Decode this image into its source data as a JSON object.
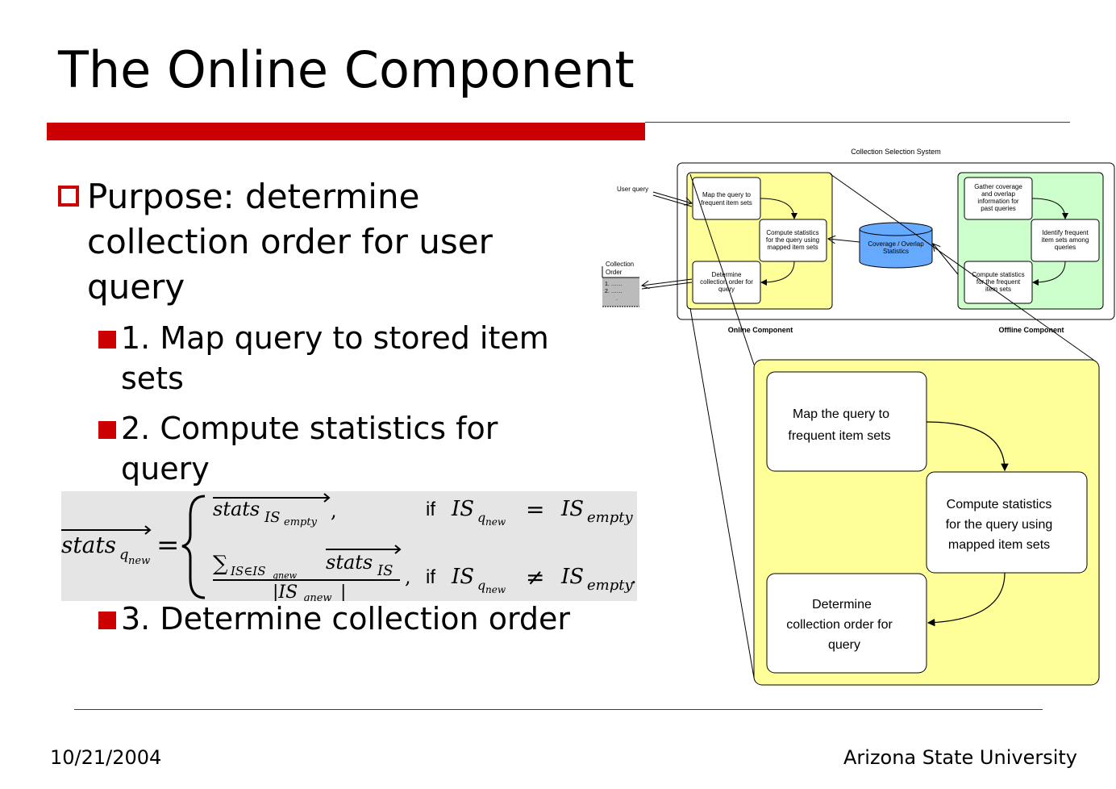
{
  "slide": {
    "title": "The Online Component",
    "bullet": "Purpose: determine collection order for user query",
    "steps": [
      "1. Map query to stored item sets",
      "2. Compute statistics for query",
      "3. Determine collection order"
    ],
    "formula": {
      "lhs": "stats",
      "lhs_sub": "q",
      "lhs_subsub": "new",
      "case1_term": "stats",
      "case1_sub": "IS",
      "case1_subsub": "empty",
      "if1": "if",
      "cond1_left": "IS",
      "cond1_left_sub": "q",
      "cond1_left_subsub": "new",
      "cond1_op": "=",
      "cond1_right": "IS",
      "cond1_right_sub": "empty",
      "sum_symbol": "∑",
      "sum_sub": "IS∈IS",
      "sum_subsub": "qnew",
      "case2_term": "stats",
      "case2_sub": "IS",
      "denominator": "|IS",
      "denominator_sub": "qnew",
      "denominator_close": "|",
      "if2": "if",
      "cond2_op": "≠"
    }
  },
  "diagram": {
    "system_label": "Collection Selection System",
    "user_query": "User query",
    "collection_order": "Collection Order",
    "order_items": [
      "1. ……",
      "2. ……",
      "."
    ],
    "online_label": "Online Component",
    "offline_label": "Offline Component",
    "coverage_store": "Coverage / Overlap Statistics",
    "online_steps": [
      "Map the query to frequent item sets",
      "Compute statistics for the query using mapped item sets",
      "Determine collection order for query"
    ],
    "offline_steps": [
      "Gather coverage and overlap information for past queries",
      "Identify frequent item sets among queries",
      "Compute statistics for the frequent item sets"
    ],
    "zoom_steps": [
      "Map the query to frequent item sets",
      "Compute statistics for the query using mapped item sets",
      "Determine collection order for query"
    ]
  },
  "footer": {
    "date": "10/21/2004",
    "org": "Arizona State University"
  },
  "colors": {
    "accent": "#cc0000",
    "online_panel": "#ffff99",
    "offline_panel": "#ccffcc",
    "store": "#66aaff"
  }
}
